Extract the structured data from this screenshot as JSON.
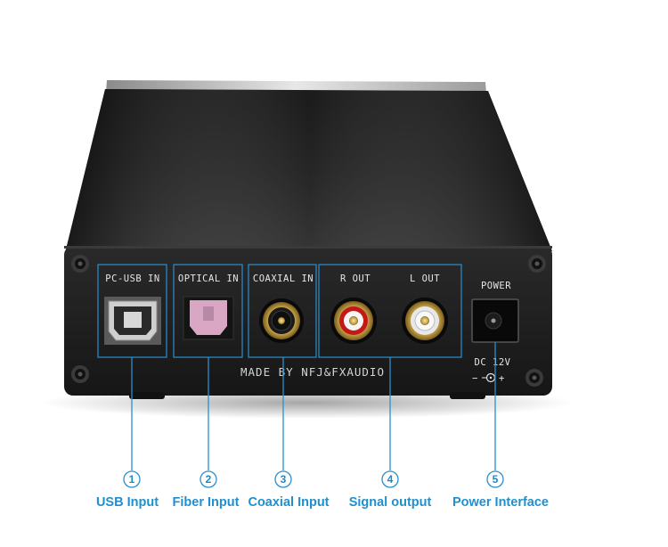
{
  "panel": {
    "usb_label": "PC-USB IN",
    "optical_label": "OPTICAL IN",
    "coaxial_label": "COAXIAL IN",
    "r_out_label": "R OUT",
    "l_out_label": "L OUT",
    "power_label": "POWER",
    "dc_label": "DC 12V",
    "polarity_minus": "−",
    "polarity_plus": "+",
    "made_by": "MADE BY NFJ&FXAUDIO"
  },
  "callouts": [
    {
      "number": "1",
      "label": "USB Input"
    },
    {
      "number": "2",
      "label": "Fiber Input"
    },
    {
      "number": "3",
      "label": "Coaxial Input"
    },
    {
      "number": "4",
      "label": "Signal output"
    },
    {
      "number": "5",
      "label": "Power Interface"
    }
  ],
  "colors": {
    "accent": "#1e90d0",
    "chassis": "#1c1c1c",
    "rca_red": "#c41818",
    "optical_pink": "#d9a6c4"
  }
}
